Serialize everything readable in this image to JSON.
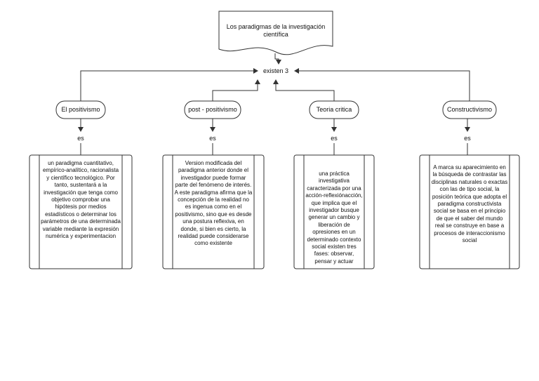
{
  "title": "Los paradigmas de la  investigación científica",
  "hub_label": "existen 3",
  "connector_label": "es",
  "paradigms": [
    {
      "name": "El positivismo",
      "definition": "un paradigma cuantitativo, empírico-analítico, racionalista y científico tecnológico. Por tanto, sustentará a la investigación que tenga como objetivo comprobar una hipótesis por medios estadísticos o determinar los parámetros de una determinada variable mediante la expresión numérica y experimentacion"
    },
    {
      "name": "post - positivismo",
      "definition": "Version modificada del paradigma anterior donde el investigador puede formar parte del fenómeno de interés. A este paradigma afirma que la concepción de la realidad no es ingenua como en el positivismo, sino que es desde una postura reflexiva, en donde, si bien es cierto, la realidad puede considerarse como existente"
    },
    {
      "name": "Teoria critica",
      "definition": "una práctica investigativa caracterizada por una acción-reflexiónacción, que implica que el investigador busque generar un cambio y liberación de opresiones en un determinado contexto social existen tres fases: observar, pensar y actuar"
    },
    {
      "name": "Constructivismo",
      "definition": "A marca su aparecimiento en la búsqueda de contrastar las disciplinas naturales o exactas con las de tipo social, la posición  teórica que adopta el paradigma constructivista social  se basa en el principio de que el saber del mundo real  se construye en base a procesos de interaccionismo  social"
    }
  ]
}
